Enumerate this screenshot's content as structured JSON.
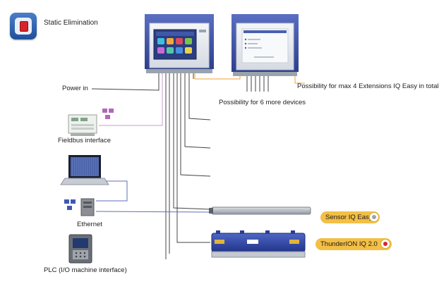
{
  "header": {
    "title": "Static Elimination",
    "icon": "static-elimination-icon"
  },
  "labels": {
    "power_in": "Power in",
    "fieldbus_interface": "Fieldbus interface",
    "ethernet": "Ethernet",
    "plc": "PLC (I/O machine interface)",
    "extensions": "Possibility for max 4 Extensions IQ Easy in total",
    "more_devices": "Possibility for 6 more devices"
  },
  "devices": {
    "sensor": {
      "label": "Sensor IQ Easy",
      "icon": "sensor-badge-icon"
    },
    "thunderion": {
      "label": "ThunderION IQ 2.0",
      "icon": "thunderion-badge-icon"
    }
  },
  "colors": {
    "cabinet_blue": "#3c52a8",
    "pill_yellow": "#f3bf45",
    "fieldbus_line": "#c79bd0",
    "ethernet_line": "#5f6fb8",
    "extension_line": "#f0a030",
    "line_dark": "#444444"
  }
}
